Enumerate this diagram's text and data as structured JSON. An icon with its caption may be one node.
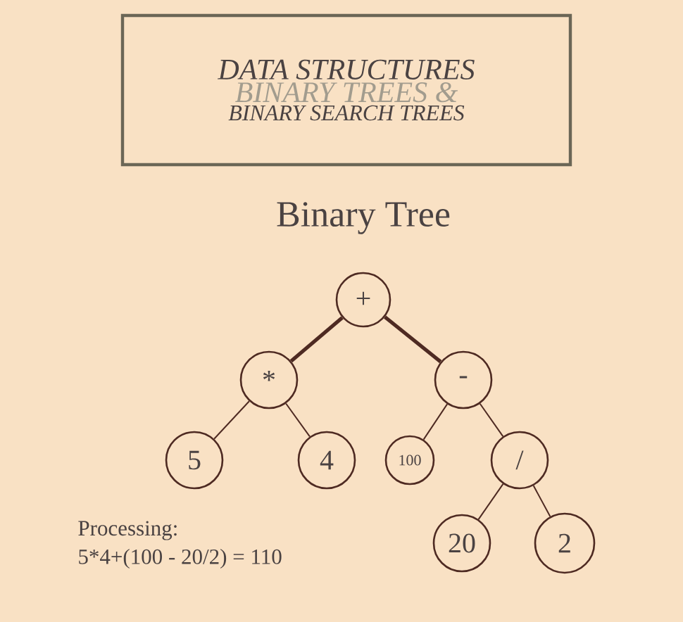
{
  "diagram": {
    "title": "Binary Tree",
    "nodes": [
      {
        "text": [
          "DATA STRUCTURES",
          "BINARY TREES &",
          "BINARY SEARCH TREES"
        ]
      },
      {
        "text": [
          "+"
        ]
      },
      {
        "text": [
          "*"
        ]
      },
      {
        "text": [
          "-"
        ]
      },
      {
        "text": [
          "5"
        ]
      },
      {
        "text": [
          "4"
        ]
      },
      {
        "text": [
          "100"
        ]
      },
      {
        "text": [
          "/"
        ]
      },
      {
        "text": [
          "20"
        ]
      },
      {
        "text": [
          "2"
        ]
      }
    ],
    "edges": [
      {
        "from": 1,
        "to": 2,
        "arrow": "none",
        "style": "thick"
      },
      {
        "from": 1,
        "to": 3,
        "arrow": "none",
        "style": "thick"
      },
      {
        "from": 2,
        "to": 4,
        "arrow": "none"
      },
      {
        "from": 2,
        "to": 5,
        "arrow": "none"
      },
      {
        "from": 3,
        "to": 6,
        "arrow": "none"
      },
      {
        "from": 3,
        "to": 7,
        "arrow": "none"
      },
      {
        "from": 7,
        "to": 8,
        "arrow": "none"
      },
      {
        "from": 7,
        "to": 9,
        "arrow": "none"
      }
    ],
    "labels": [
      "Processing:",
      "5*4+(100 - 20/2) = 110"
    ]
  }
}
